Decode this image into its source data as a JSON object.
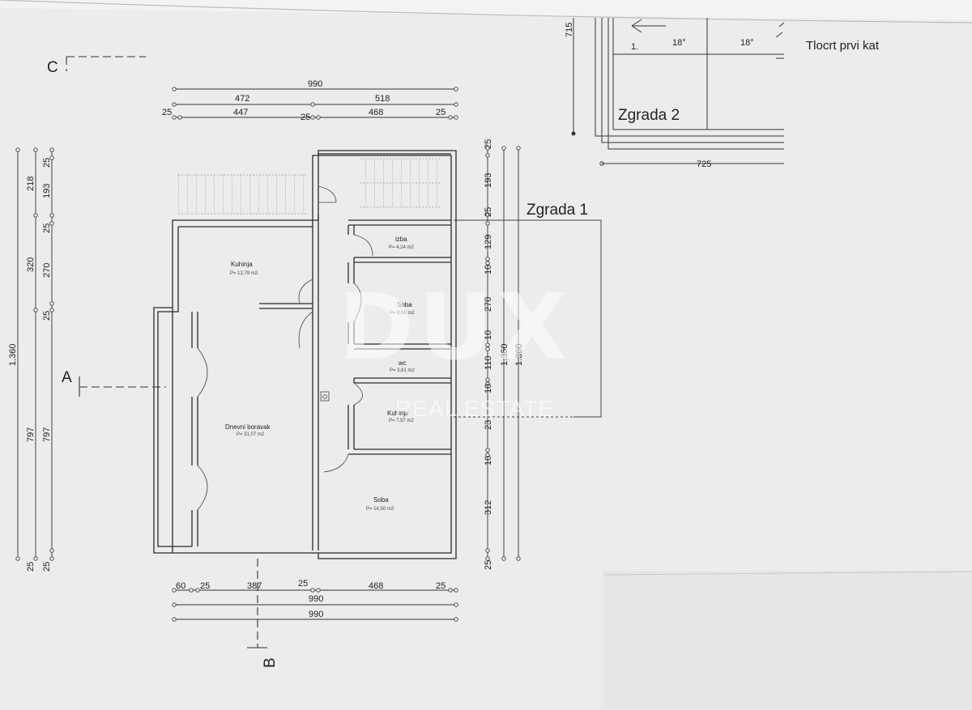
{
  "sheet": {
    "title": "Tlocrt prvi kat",
    "building_1": "Zgrada 1",
    "building_2": "Zgrada 2",
    "stair_label": "1.",
    "angle_1": "18°",
    "angle_2": "18°",
    "dim_715": "715",
    "dim_725": "725"
  },
  "sections": {
    "a": "A",
    "b": "B",
    "c": "C"
  },
  "rooms": [
    {
      "name": "Kuhinja",
      "area": "P= 12,79 m2"
    },
    {
      "name": "Dnevni boravak",
      "area": "P= 31,07 m2"
    },
    {
      "name": "izba",
      "area": "P= 4,24 m2"
    },
    {
      "name": "Soba",
      "area": "P= 8,90 m2"
    },
    {
      "name": "wc",
      "area": "P= 3,61 m2"
    },
    {
      "name": "Kuhinja",
      "area": "P= 7,57 m2"
    },
    {
      "name": "Soba",
      "area": "P= 14,50 m2"
    }
  ],
  "dims_top": {
    "total": "990",
    "a": "472",
    "b": "518",
    "c1": "25",
    "c2": "447",
    "c3": "25",
    "c4": "468",
    "c5": "25"
  },
  "dims_bottom": {
    "d1": "60",
    "d2": "25",
    "d3": "387",
    "d4": "25",
    "d5": "468",
    "d6": "25",
    "total1": "990",
    "total2": "990"
  },
  "dims_left": {
    "total": "1.360",
    "v1": "218",
    "v2": "320",
    "v3": "797",
    "w1": "25",
    "w2": "193",
    "w3": "25",
    "w4": "270",
    "w5": "25",
    "w6": "797",
    "w7": "25"
  },
  "dims_right": {
    "r1": "25",
    "r2": "193",
    "r3": "25",
    "r4": "129",
    "r5": "10",
    "r6": "270",
    "r7": "10",
    "r8": "110",
    "r9": "10",
    "r10": "23",
    "r11": "10",
    "r12": "312",
    "r13": "25",
    "total1": "1.360",
    "total2": "1.360"
  },
  "watermark": {
    "brand": "DUX",
    "sub": "REAL ESTATE"
  }
}
